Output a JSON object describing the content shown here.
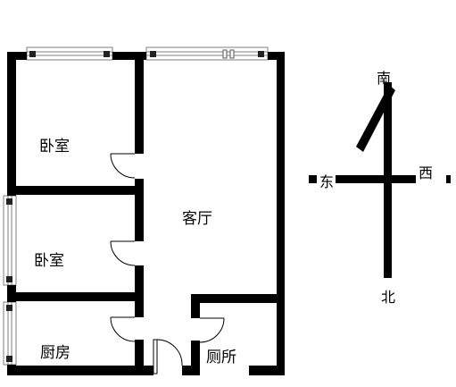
{
  "rooms": {
    "bedroom_top": "卧室",
    "bedroom_mid": "卧室",
    "living_room": "客厅",
    "kitchen": "厨房",
    "toilet": "厕所"
  },
  "compass": {
    "south": "南",
    "east": "东",
    "west": "西",
    "north": "北"
  },
  "colors": {
    "wall": "#000000",
    "background": "#ffffff",
    "window_frame": "#7f7f7f"
  }
}
